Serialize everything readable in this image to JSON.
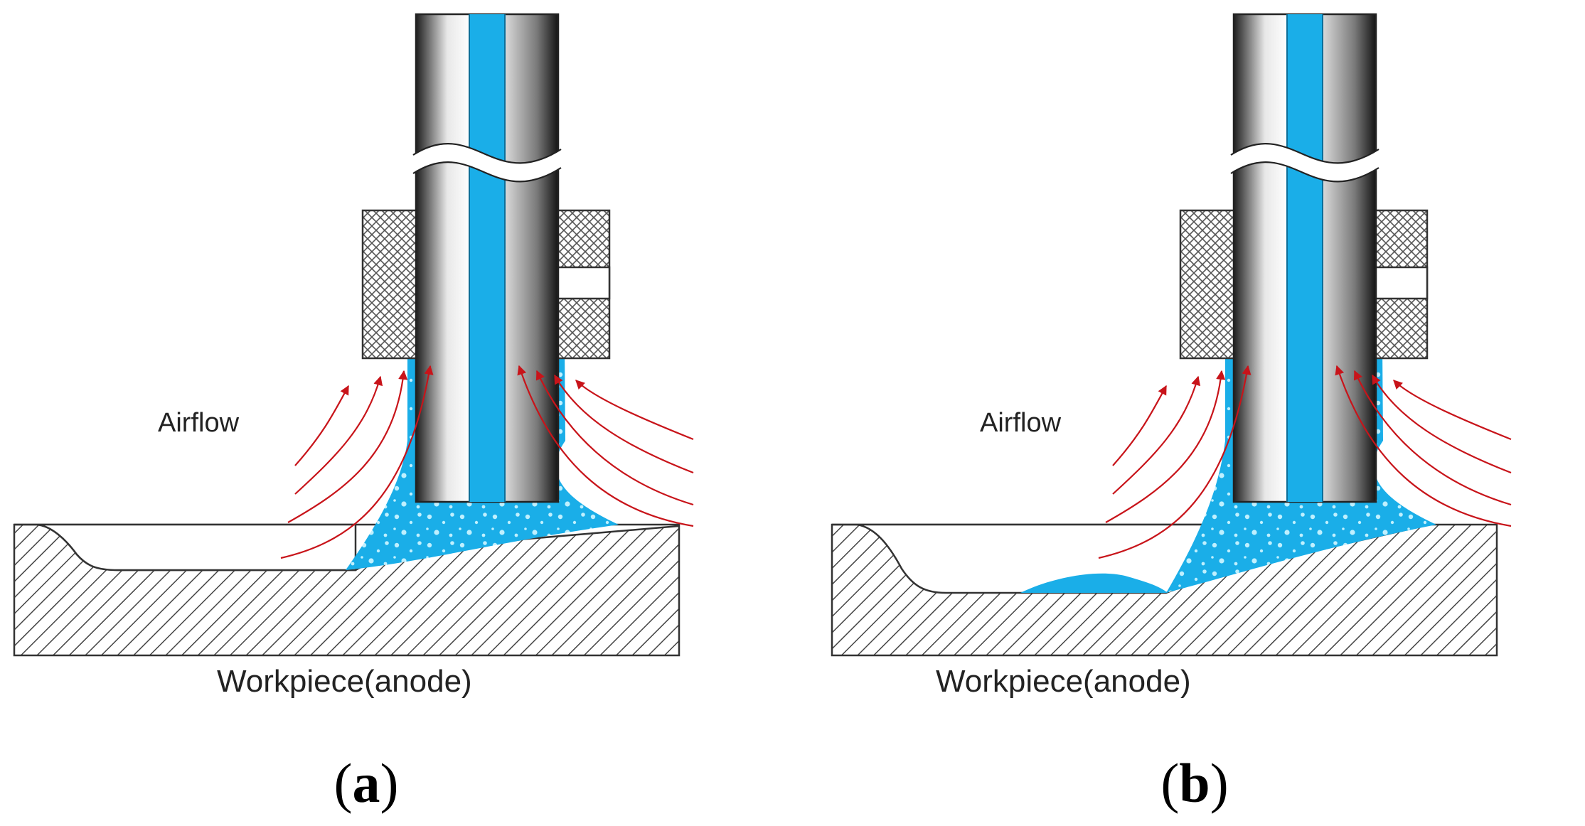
{
  "panels": [
    {
      "id": "a",
      "airflow_label": "Airflow",
      "workpiece_label": "Workpiece(anode)",
      "caption": {
        "open": "(",
        "letter": "a",
        "close": ")"
      }
    },
    {
      "id": "b",
      "airflow_label": "Airflow",
      "workpiece_label": "Workpiece(anode)",
      "caption": {
        "open": "(",
        "letter": "b",
        "close": ")"
      }
    }
  ],
  "colors": {
    "electrolyte": "#1aaee8",
    "electrolyte_dark": "#0f95cf",
    "airflow_arrow": "#c8141a",
    "hatch": "#444444",
    "outline": "#333333"
  }
}
